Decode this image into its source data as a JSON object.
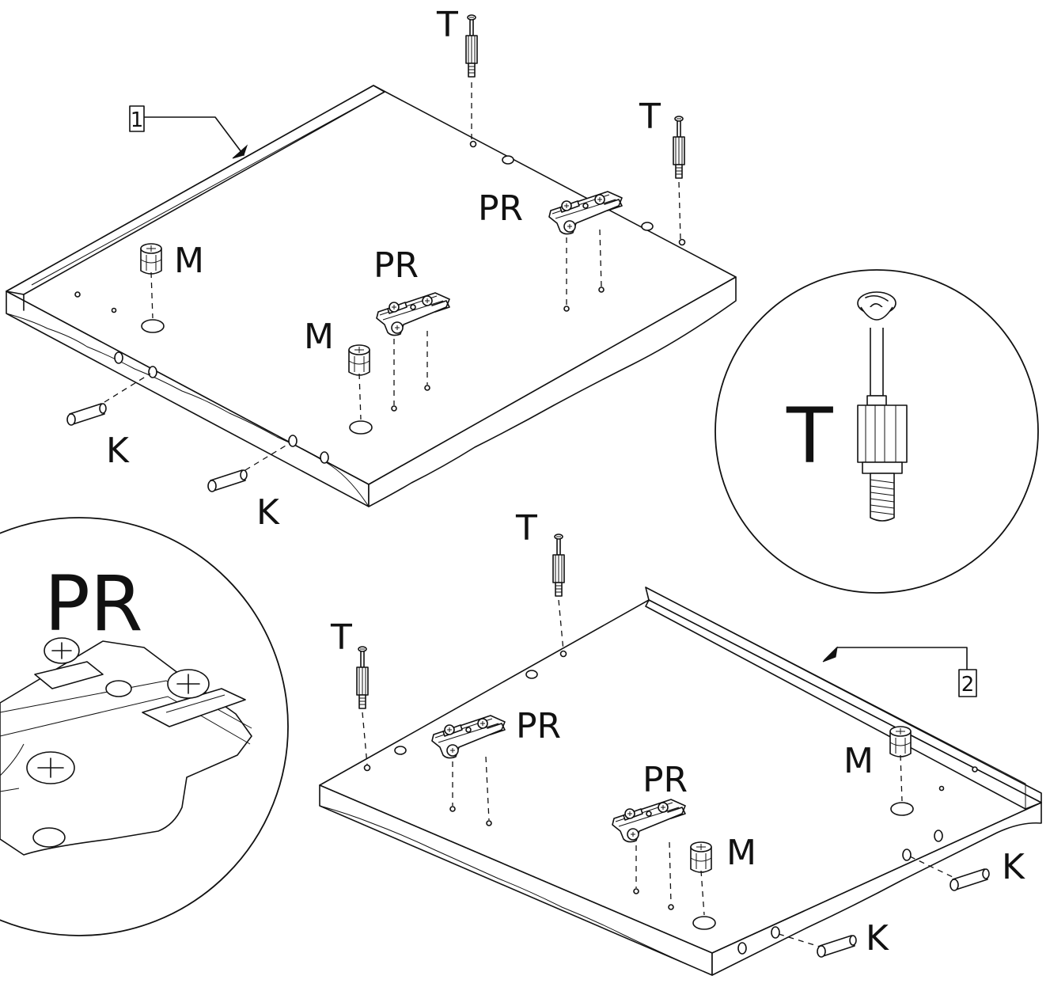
{
  "labels": {
    "t": "T",
    "pr": "PR",
    "m": "M",
    "k": "K",
    "panel_1": "1",
    "panel_2": "2"
  },
  "detail_views": {
    "t_zoom": "T",
    "pr_zoom": "PR"
  }
}
